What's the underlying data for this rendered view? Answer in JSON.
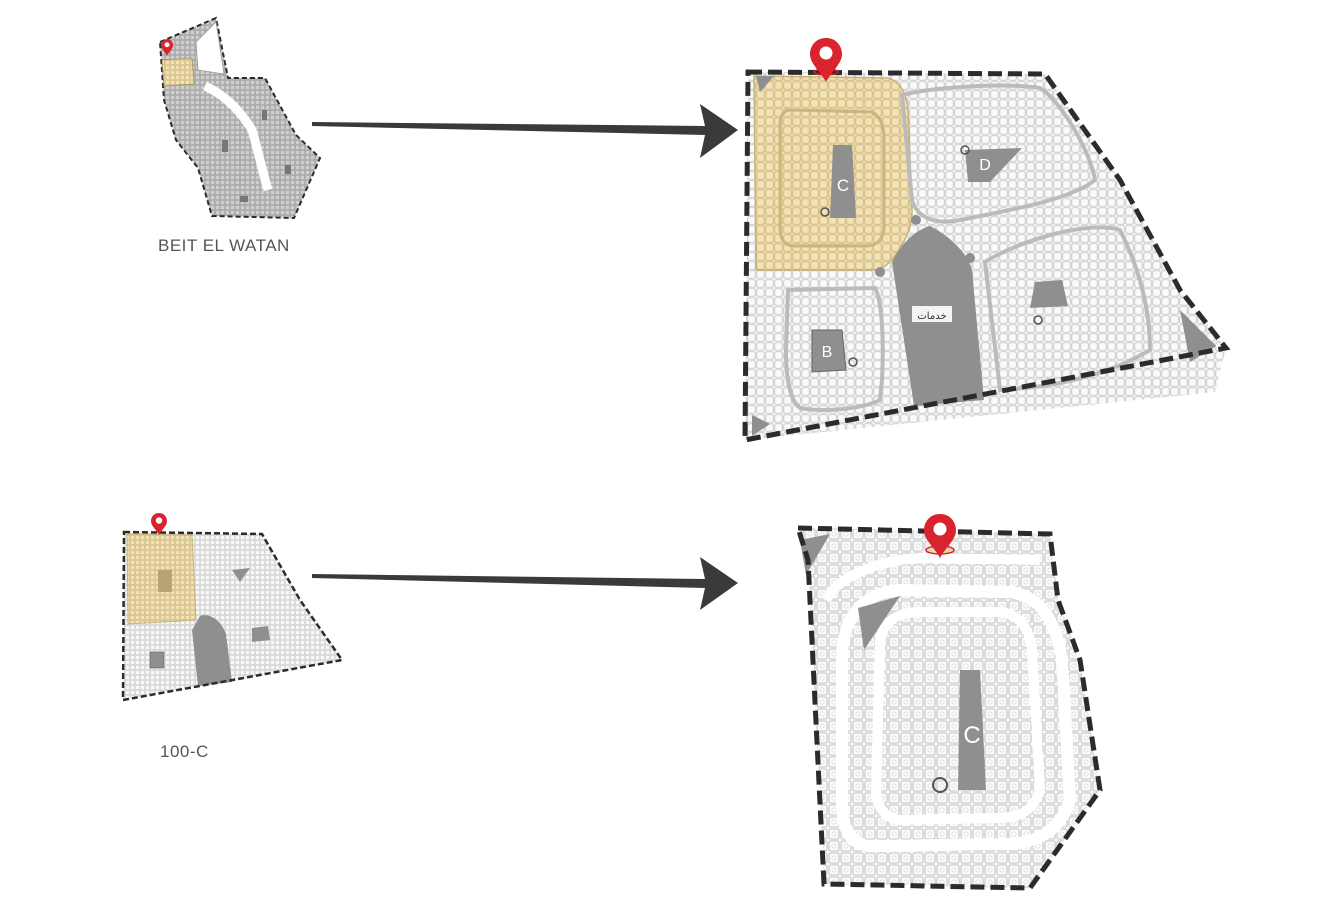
{
  "captions": {
    "district": "BEIT EL WATAN",
    "block": "100-C"
  },
  "zones": {
    "b": "B",
    "c": "C",
    "d": "D",
    "services": "خدمات"
  },
  "colors": {
    "highlight": "#ecd9a6",
    "highlight_dark": "#c9b27a",
    "plot_fill": "#ededed",
    "plot_stroke": "#b9b9b9",
    "park": "#8f8f8f",
    "boundary": "#2b2b2b",
    "arrow": "#3a3a3a",
    "pin": "#d9232e"
  }
}
